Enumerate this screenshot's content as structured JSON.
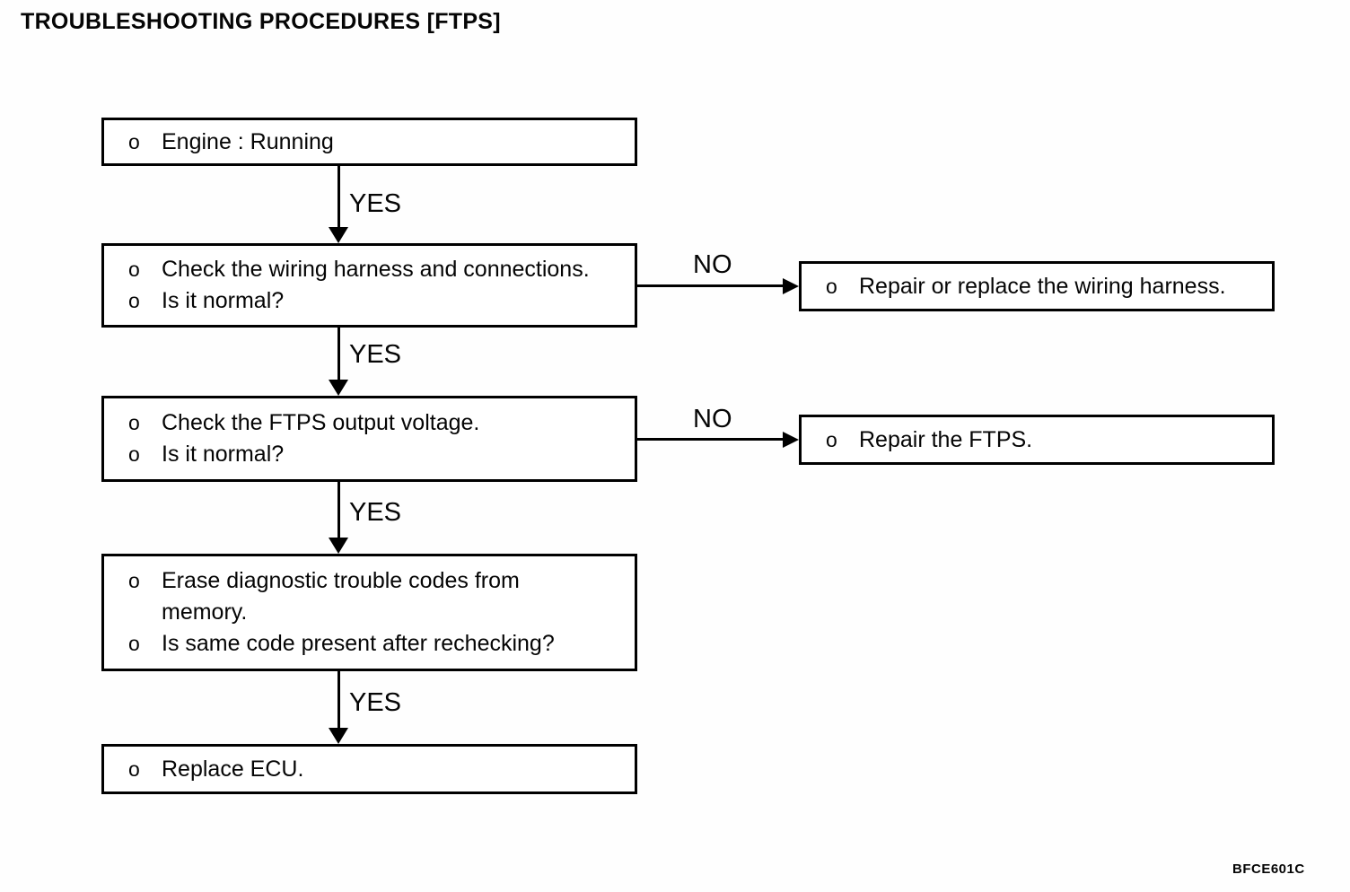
{
  "page": {
    "title": "TROUBLESHOOTING PROCEDURES [FTPS]",
    "figure_code": "BFCE601C"
  },
  "labels": {
    "bullet": "o"
  },
  "flowchart": {
    "boxes": {
      "engine": {
        "items": [
          "Engine : Running"
        ]
      },
      "check_wiring": {
        "items": [
          "Check the wiring harness and connections.",
          "Is it normal?"
        ]
      },
      "repair_wiring": {
        "items": [
          "Repair or replace the wiring harness."
        ]
      },
      "check_ftps": {
        "items": [
          "Check the FTPS output voltage.",
          "Is it normal?"
        ]
      },
      "repair_ftps": {
        "items": [
          "Repair the FTPS."
        ]
      },
      "erase_codes": {
        "items": [
          "Erase diagnostic trouble codes from memory.",
          "Is same code present after rechecking?"
        ]
      },
      "replace_ecu": {
        "items": [
          "Replace ECU."
        ]
      }
    },
    "edges": [
      {
        "from": "engine",
        "to": "check_wiring",
        "label": "YES"
      },
      {
        "from": "check_wiring",
        "to": "repair_wiring",
        "label": "NO"
      },
      {
        "from": "check_wiring",
        "to": "check_ftps",
        "label": "YES"
      },
      {
        "from": "check_ftps",
        "to": "repair_ftps",
        "label": "NO"
      },
      {
        "from": "check_ftps",
        "to": "erase_codes",
        "label": "YES"
      },
      {
        "from": "erase_codes",
        "to": "replace_ecu",
        "label": "YES"
      }
    ]
  }
}
